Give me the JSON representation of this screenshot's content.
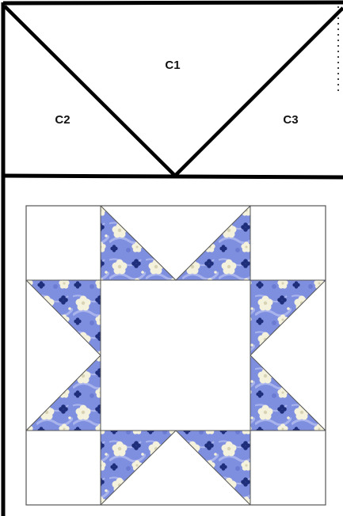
{
  "template": {
    "labels": {
      "c1": "C1",
      "c2": "C2",
      "c3": "C3"
    },
    "line_color": "#000000"
  },
  "quilt_block": {
    "name": "",
    "background": "#ffffff",
    "outline_color": "#555555",
    "fabric": {
      "base": "#7f8fe0",
      "shade": "#6b7bd2",
      "flower": "#f4f1dc",
      "flower_center": "#d8d3b4",
      "accent": "#1f2e7a",
      "vine": "#a9b4ec"
    }
  }
}
